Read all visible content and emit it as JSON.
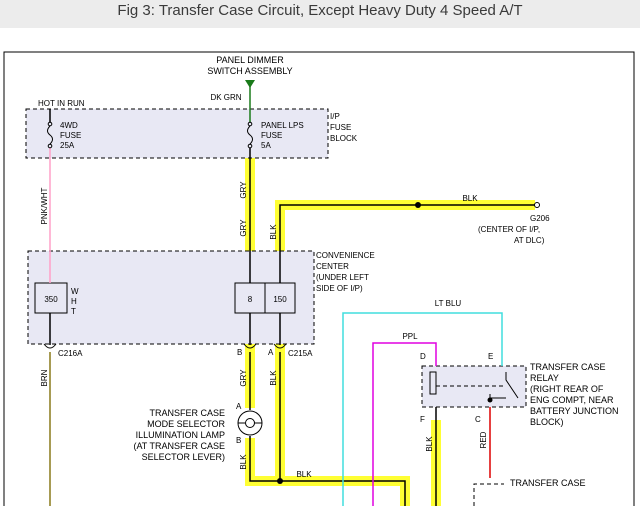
{
  "title": "Fig 3: Transfer Case Circuit, Except Heavy Duty 4 Speed A/T",
  "colors": {
    "highlight": "#ffff33",
    "wire_black": "#000000",
    "wire_pink": "#ffa0c8",
    "wire_brown_olive": "#8a7a1a",
    "wire_light_blue": "#40dede",
    "wire_purple": "#e000e0",
    "wire_red": "#dd0000",
    "wire_dark_green": "#1a7a1a",
    "box_fill": "#e8e8f4"
  },
  "labels": {
    "panel_dimmer_1": "PANEL DIMMER",
    "panel_dimmer_2": "SWITCH ASSEMBLY",
    "dk_grn": "DK GRN",
    "hot_in_run": "HOT IN RUN",
    "fuse_4wd_1": "4WD",
    "fuse_4wd_2": "FUSE",
    "fuse_4wd_3": "25A",
    "fuse_panel_1": "PANEL LPS",
    "fuse_panel_2": "FUSE",
    "fuse_panel_3": "5A",
    "ip_fuse_1": "I/P",
    "ip_fuse_2": "FUSE",
    "ip_fuse_3": "BLOCK",
    "wire_gry_top": "GRY",
    "wire_gry_mid": "GRY",
    "wire_blk_mid": "BLK",
    "wire_blk_ground": "BLK",
    "wire_pnk_wht": "PNK/WHT",
    "ground_id": "G206",
    "ground_loc_1": "(CENTER OF I/P,",
    "ground_loc_2": "AT DLC)",
    "conv_1": "CONVENIENCE",
    "conv_2": "CENTER",
    "conv_3": "(UNDER LEFT",
    "conv_4": "SIDE OF I/P)",
    "term_350": "350",
    "wht_w": "W",
    "wht_h": "H",
    "wht_t": "T",
    "term_8": "8",
    "term_150": "150",
    "lt_blu": "LT BLU",
    "ppl": "PPL",
    "conn_c216a": "C216A",
    "conn_c215a": "C215A",
    "pin_b": "B",
    "pin_a": "A",
    "pin_d": "D",
    "pin_e": "E",
    "pin_f": "F",
    "pin_c": "C",
    "lamp_pin_a": "A",
    "lamp_pin_b": "B",
    "wire_brn": "BRN",
    "wire_gry_low": "GRY",
    "wire_blk_low": "BLK",
    "wire_blk_lamp": "BLK",
    "wire_blk_bottom": "BLK",
    "wire_blk_relay": "BLK",
    "wire_red": "RED",
    "lamp_1": "TRANSFER CASE",
    "lamp_2": "MODE SELECTOR",
    "lamp_3": "ILLUMINATION LAMP",
    "lamp_4": "(AT TRANSFER CASE",
    "lamp_5": "SELECTOR LEVER)",
    "relay_1": "TRANSFER CASE",
    "relay_2": "RELAY",
    "relay_3": "(RIGHT REAR OF",
    "relay_4": "ENG COMPT, NEAR",
    "relay_5": "BATTERY JUNCTION",
    "relay_6": "BLOCK)",
    "bottom_tc": "TRANSFER CASE"
  }
}
